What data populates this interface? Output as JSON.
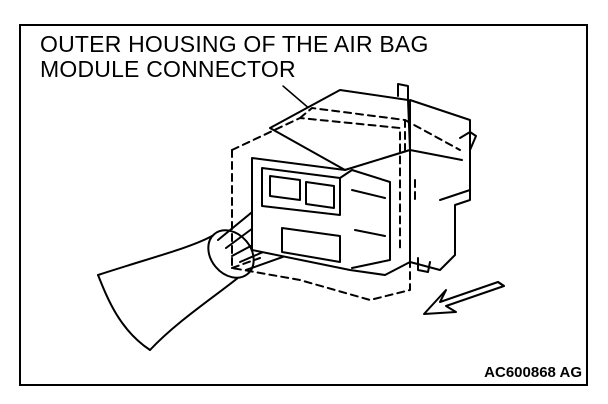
{
  "callout": {
    "line1": "OUTER HOUSING OF THE AIR BAG",
    "line2": "MODULE CONNECTOR"
  },
  "figure_code": "AC600868 AG",
  "icons": {
    "pull_direction": "arrow-down-left-icon"
  }
}
